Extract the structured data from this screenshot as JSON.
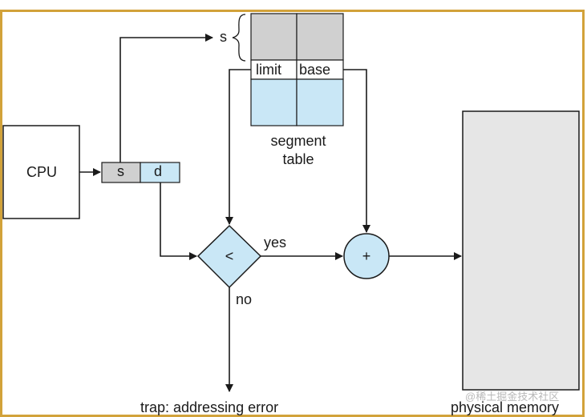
{
  "diagram": {
    "cpu": {
      "label": "CPU"
    },
    "logical_address": {
      "s_label": "s",
      "d_label": "d"
    },
    "segment_table": {
      "selector_label": "s",
      "limit_header": "limit",
      "base_header": "base",
      "caption_line1": "segment",
      "caption_line2": "table"
    },
    "comparator": {
      "symbol": "<",
      "yes_label": "yes",
      "no_label": "no"
    },
    "adder": {
      "symbol": "+"
    },
    "trap": {
      "label": "trap: addressing error"
    },
    "physical_memory": {
      "label": "physical memory"
    },
    "watermark": {
      "text": "@稀土掘金技术社区"
    },
    "colors": {
      "frame": "#d2a23a",
      "gray_cell": "#d0d0d0",
      "blue_cell": "#c9e7f6",
      "memory": "#e6e6e6",
      "line": "#1a1a1a"
    }
  }
}
